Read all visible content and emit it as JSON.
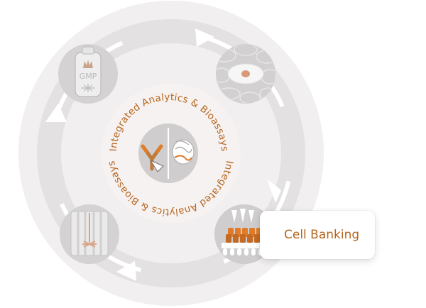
{
  "diagram": {
    "center_ring_text_top": "Integrated Analytics & Bioassays",
    "center_ring_text_bottom": "Integrated Analytics & Bioassays",
    "stages": [
      {
        "id": "gmp",
        "icon": "gmp-bioreactor-icon",
        "label": "GMP"
      },
      {
        "id": "cell",
        "icon": "cell-icon"
      },
      {
        "id": "cell-banking",
        "icon": "cell-banking-vials-icon",
        "callout": "Cell Banking"
      },
      {
        "id": "bioreactor",
        "icon": "bioreactor-tank-icon"
      }
    ],
    "colors": {
      "accent": "#b5651d",
      "accent_light": "#e07b2a",
      "ring": "#ececec",
      "node": "#cfcfcf",
      "center_bg": "#f5f1f0"
    }
  }
}
